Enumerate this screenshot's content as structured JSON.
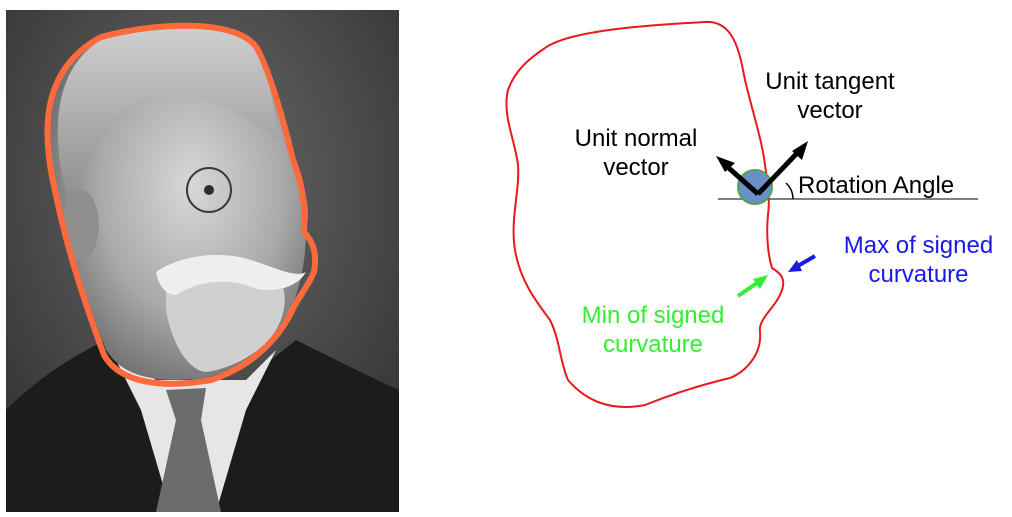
{
  "photo": {
    "subject": "portrait-photograph",
    "outline_color": "#ff6a3d"
  },
  "diagram": {
    "contour_color": "#e8191c",
    "tangent_line_color": "#555555",
    "point_color": "#6b8fc9",
    "point_border_color": "#4aa84a",
    "labels": {
      "unit_normal_line1": "Unit normal",
      "unit_normal_line2": "vector",
      "unit_tangent_line1": "Unit tangent",
      "unit_tangent_line2": "vector",
      "rotation_angle": "Rotation Angle",
      "max_line1": "Max of signed",
      "max_line2": "curvature",
      "min_line1": "Min of signed",
      "min_line2": "curvature"
    },
    "colors": {
      "label_black": "#000000",
      "max_label": "#1a1ae6",
      "min_label": "#33ee33"
    }
  }
}
